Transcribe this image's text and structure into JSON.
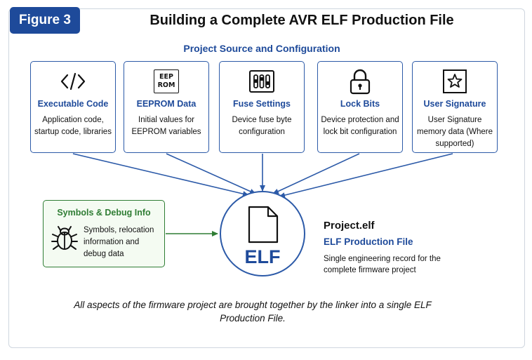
{
  "figure_label": "Figure 3",
  "title": "Building a Complete AVR ELF Production File",
  "subtitle": "Project Source and Configuration",
  "sources": [
    {
      "title": "Executable Code",
      "desc": "Application code, startup code, libraries",
      "icon": "code-brackets-icon"
    },
    {
      "title": "EEPROM Data",
      "desc": "Initial values for EEPROM variables",
      "icon": "eeprom-chip-icon",
      "icon_text": [
        "EEP",
        "ROM"
      ]
    },
    {
      "title": "Fuse Settings",
      "desc": "Device fuse byte configuration",
      "icon": "fuse-switches-icon"
    },
    {
      "title": "Lock Bits",
      "desc": "Device protection and lock bit configuration",
      "icon": "padlock-icon"
    },
    {
      "title": "User Signature",
      "desc": "User Signature memory data (Where supported)",
      "icon": "star-document-icon"
    }
  ],
  "symbols": {
    "title": "Symbols & Debug Info",
    "desc": "Symbols, relocation information and debug data",
    "icon": "bug-icon"
  },
  "elf": {
    "label": "ELF",
    "icon": "document-icon",
    "file_name": "Project.elf",
    "file_type": "ELF Production File",
    "desc": "Single engineering record for the complete firmware project"
  },
  "caption": "All aspects of the firmware project are brought together by the linker into a single ELF Production File.",
  "colors": {
    "blue": "#1e4a9a",
    "border_blue": "#2c5aa8",
    "green": "#2f7d34",
    "green_bg": "#f4fbf2"
  }
}
